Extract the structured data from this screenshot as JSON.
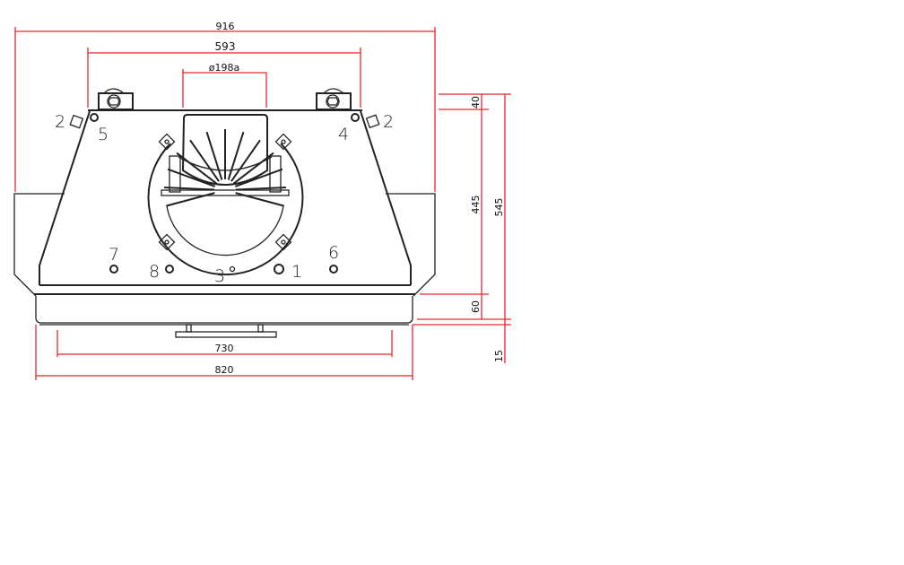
{
  "dimensions": {
    "overall_width": "916",
    "mount_spacing": "593",
    "duct_diameter": "ø198a",
    "base_inner_width": "730",
    "base_width": "820",
    "top_height": "40",
    "body_height": "445",
    "total_height": "545",
    "base_height": "60",
    "bracket_height": "15"
  },
  "part_numbers": {
    "left_side": "2",
    "right_side": "2",
    "top_left": "5",
    "top_right": "4",
    "lower_far_left": "7",
    "lower_left": "8",
    "lower_center": "3",
    "lower_right": "1",
    "lower_far_right": "6"
  },
  "colors": {
    "dimension_line": "#e8262a",
    "outline": "#222222"
  }
}
